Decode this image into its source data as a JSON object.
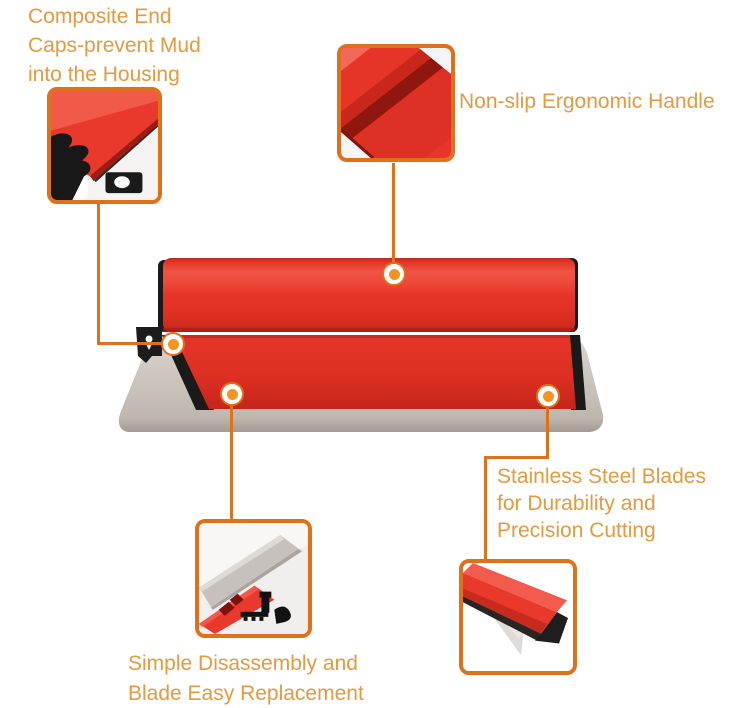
{
  "title": "Drywall skimming blade feature infographic",
  "colors": {
    "background": "#FFFFFF",
    "accent_line_orange": "#E0711C",
    "text_orange": "#E49A40",
    "marker_dot_orange": "#F7931E",
    "product_red": "#E8392C",
    "end_cap_black": "#1A1A1A",
    "blade_steel_grey": "#C9C2BA"
  },
  "callouts": {
    "end_caps": {
      "lines": [
        "Composite End",
        "Caps-prevent Mud",
        "into the Housing"
      ]
    },
    "handle": {
      "label": "Non-slip Ergonomic Handle"
    },
    "blades": {
      "lines": [
        "Stainless Steel Blades",
        "for Durability and",
        "Precision Cutting"
      ]
    },
    "disassembly": {
      "lines": [
        "Simple Disassembly and",
        "Blade Easy Replacement"
      ]
    }
  },
  "hotspots": {
    "count": 4
  }
}
